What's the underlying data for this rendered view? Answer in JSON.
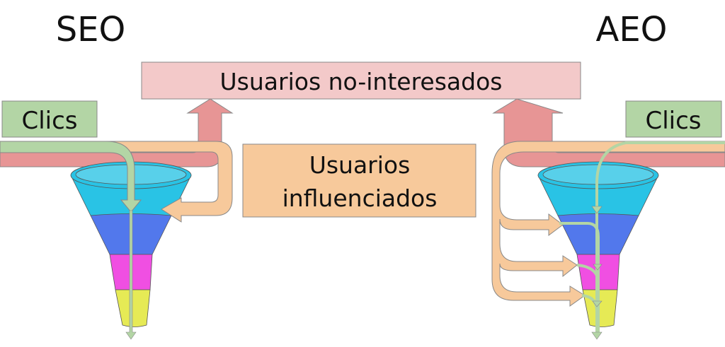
{
  "titles": {
    "seo": "SEO",
    "aeo": "AEO"
  },
  "boxes": {
    "uninterested": "Usuarios no-interesados",
    "influenced_line1": "Usuarios",
    "influenced_line2": "influenciados",
    "clicks_left": "Clics",
    "clicks_right": "Clics"
  },
  "colors": {
    "pink": "#e79595",
    "orange": "#f7c99b",
    "green": "#b3d5a5",
    "funnel_top": "#2bc4e6",
    "funnel_blue": "#5278ec",
    "funnel_magenta": "#f04fe2",
    "funnel_yellow": "#e6ea55"
  }
}
